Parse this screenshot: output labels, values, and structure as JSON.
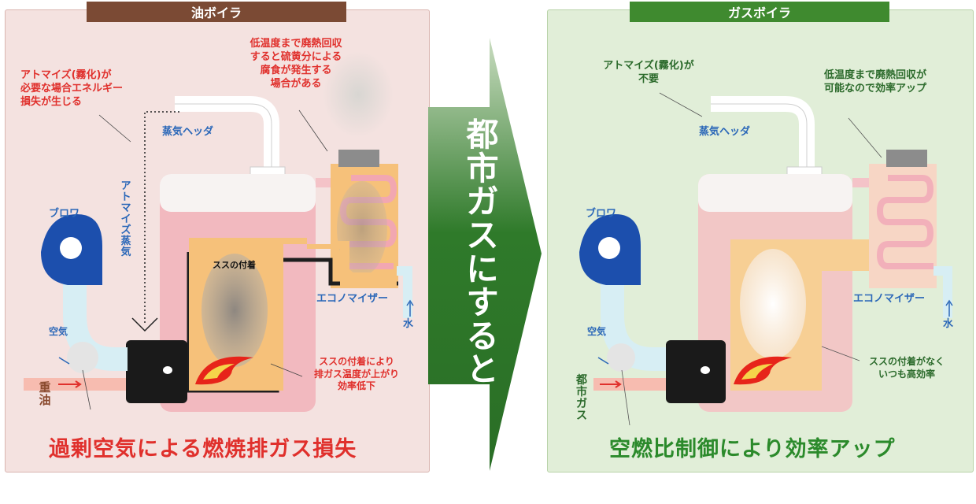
{
  "left": {
    "title": "油ボイラ",
    "atomize_note": [
      "アトマイズ(霧化)が",
      "必要な場合エネルギー",
      "損失が生じる"
    ],
    "corrosion_note": [
      "低温度まで廃熱回収",
      "すると硫黄分による",
      "腐食が発生する",
      "場合がある"
    ],
    "steam_header": "蒸気ヘッダ",
    "atomize_steam_chars": [
      "ア",
      "ト",
      "マ",
      "イ",
      "ズ",
      "蒸",
      "気"
    ],
    "blower": "ブロワ",
    "air": "空気",
    "fuel_chars": [
      "重",
      "油"
    ],
    "soot": "ススの付着",
    "economizer": "エコノマイザー",
    "water": "水",
    "soot_note": [
      "ススの付着により",
      "排ガス温度が上がり",
      "効率低下"
    ],
    "bottom": "過剰空気による燃焼排ガス損失"
  },
  "arrow_chars": [
    "都",
    "市",
    "ガ",
    "ス",
    "に",
    "す",
    "る",
    "と"
  ],
  "right": {
    "title": "ガスボイラ",
    "atomize_note": [
      "アトマイズ(霧化)が",
      "不要"
    ],
    "heat_note": [
      "低温度まで廃熱回収が",
      "可能なので効率アップ"
    ],
    "steam_header": "蒸気ヘッダ",
    "blower": "ブロワ",
    "air": "空気",
    "fuel_chars": [
      "都",
      "市",
      "ガ",
      "ス"
    ],
    "economizer": "エコノマイザー",
    "water": "水",
    "clean_note": [
      "ススの付着がなく",
      "いつも高効率"
    ],
    "bottom": "空燃比制御により効率アップ"
  },
  "colors": {
    "left_bg": "#f4e2e0",
    "right_bg": "#e1eed8",
    "left_title_bg": "#7b4a34",
    "right_title_bg": "#3f8a2f",
    "accent_red": "#e0302c",
    "blue": "#2a67b8",
    "green_arrow": "#2f7a2a"
  }
}
